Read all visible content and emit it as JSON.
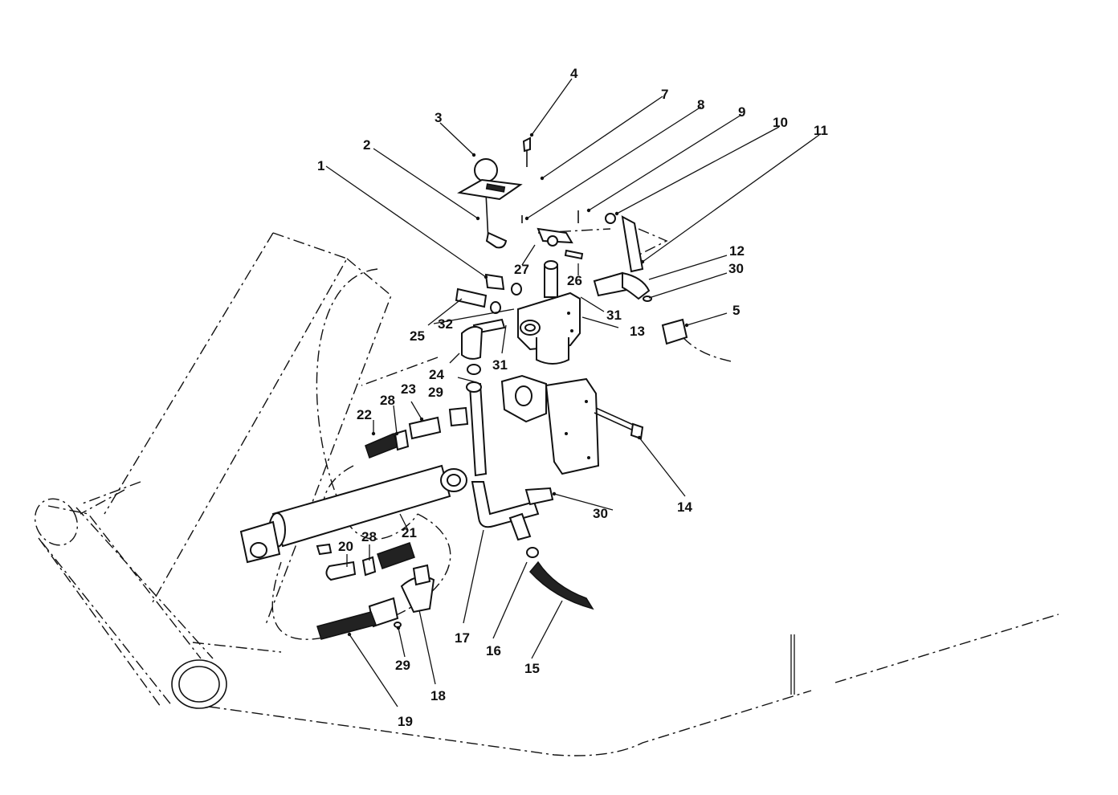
{
  "diagram": {
    "callouts": [
      {
        "id": "c1",
        "text": "1"
      },
      {
        "id": "c2",
        "text": "2"
      },
      {
        "id": "c3",
        "text": "3"
      },
      {
        "id": "c4",
        "text": "4"
      },
      {
        "id": "c5",
        "text": "5"
      },
      {
        "id": "c7",
        "text": "7"
      },
      {
        "id": "c8",
        "text": "8"
      },
      {
        "id": "c9",
        "text": "9"
      },
      {
        "id": "c10",
        "text": "10"
      },
      {
        "id": "c11",
        "text": "11"
      },
      {
        "id": "c12",
        "text": "12"
      },
      {
        "id": "c13",
        "text": "13"
      },
      {
        "id": "c14",
        "text": "14"
      },
      {
        "id": "c15",
        "text": "15"
      },
      {
        "id": "c16",
        "text": "16"
      },
      {
        "id": "c17",
        "text": "17"
      },
      {
        "id": "c18",
        "text": "18"
      },
      {
        "id": "c19",
        "text": "19"
      },
      {
        "id": "c20",
        "text": "20"
      },
      {
        "id": "c21",
        "text": "21"
      },
      {
        "id": "c22",
        "text": "22"
      },
      {
        "id": "c23",
        "text": "23"
      },
      {
        "id": "c24",
        "text": "24"
      },
      {
        "id": "c25",
        "text": "25"
      },
      {
        "id": "c26",
        "text": "26"
      },
      {
        "id": "c27",
        "text": "27"
      },
      {
        "id": "c28a",
        "text": "28"
      },
      {
        "id": "c28b",
        "text": "28"
      },
      {
        "id": "c29a",
        "text": "29"
      },
      {
        "id": "c29b",
        "text": "29"
      },
      {
        "id": "c30a",
        "text": "30"
      },
      {
        "id": "c30b",
        "text": "30"
      },
      {
        "id": "c31a",
        "text": "31"
      },
      {
        "id": "c31b",
        "text": "31"
      },
      {
        "id": "c32",
        "text": "32"
      }
    ]
  }
}
